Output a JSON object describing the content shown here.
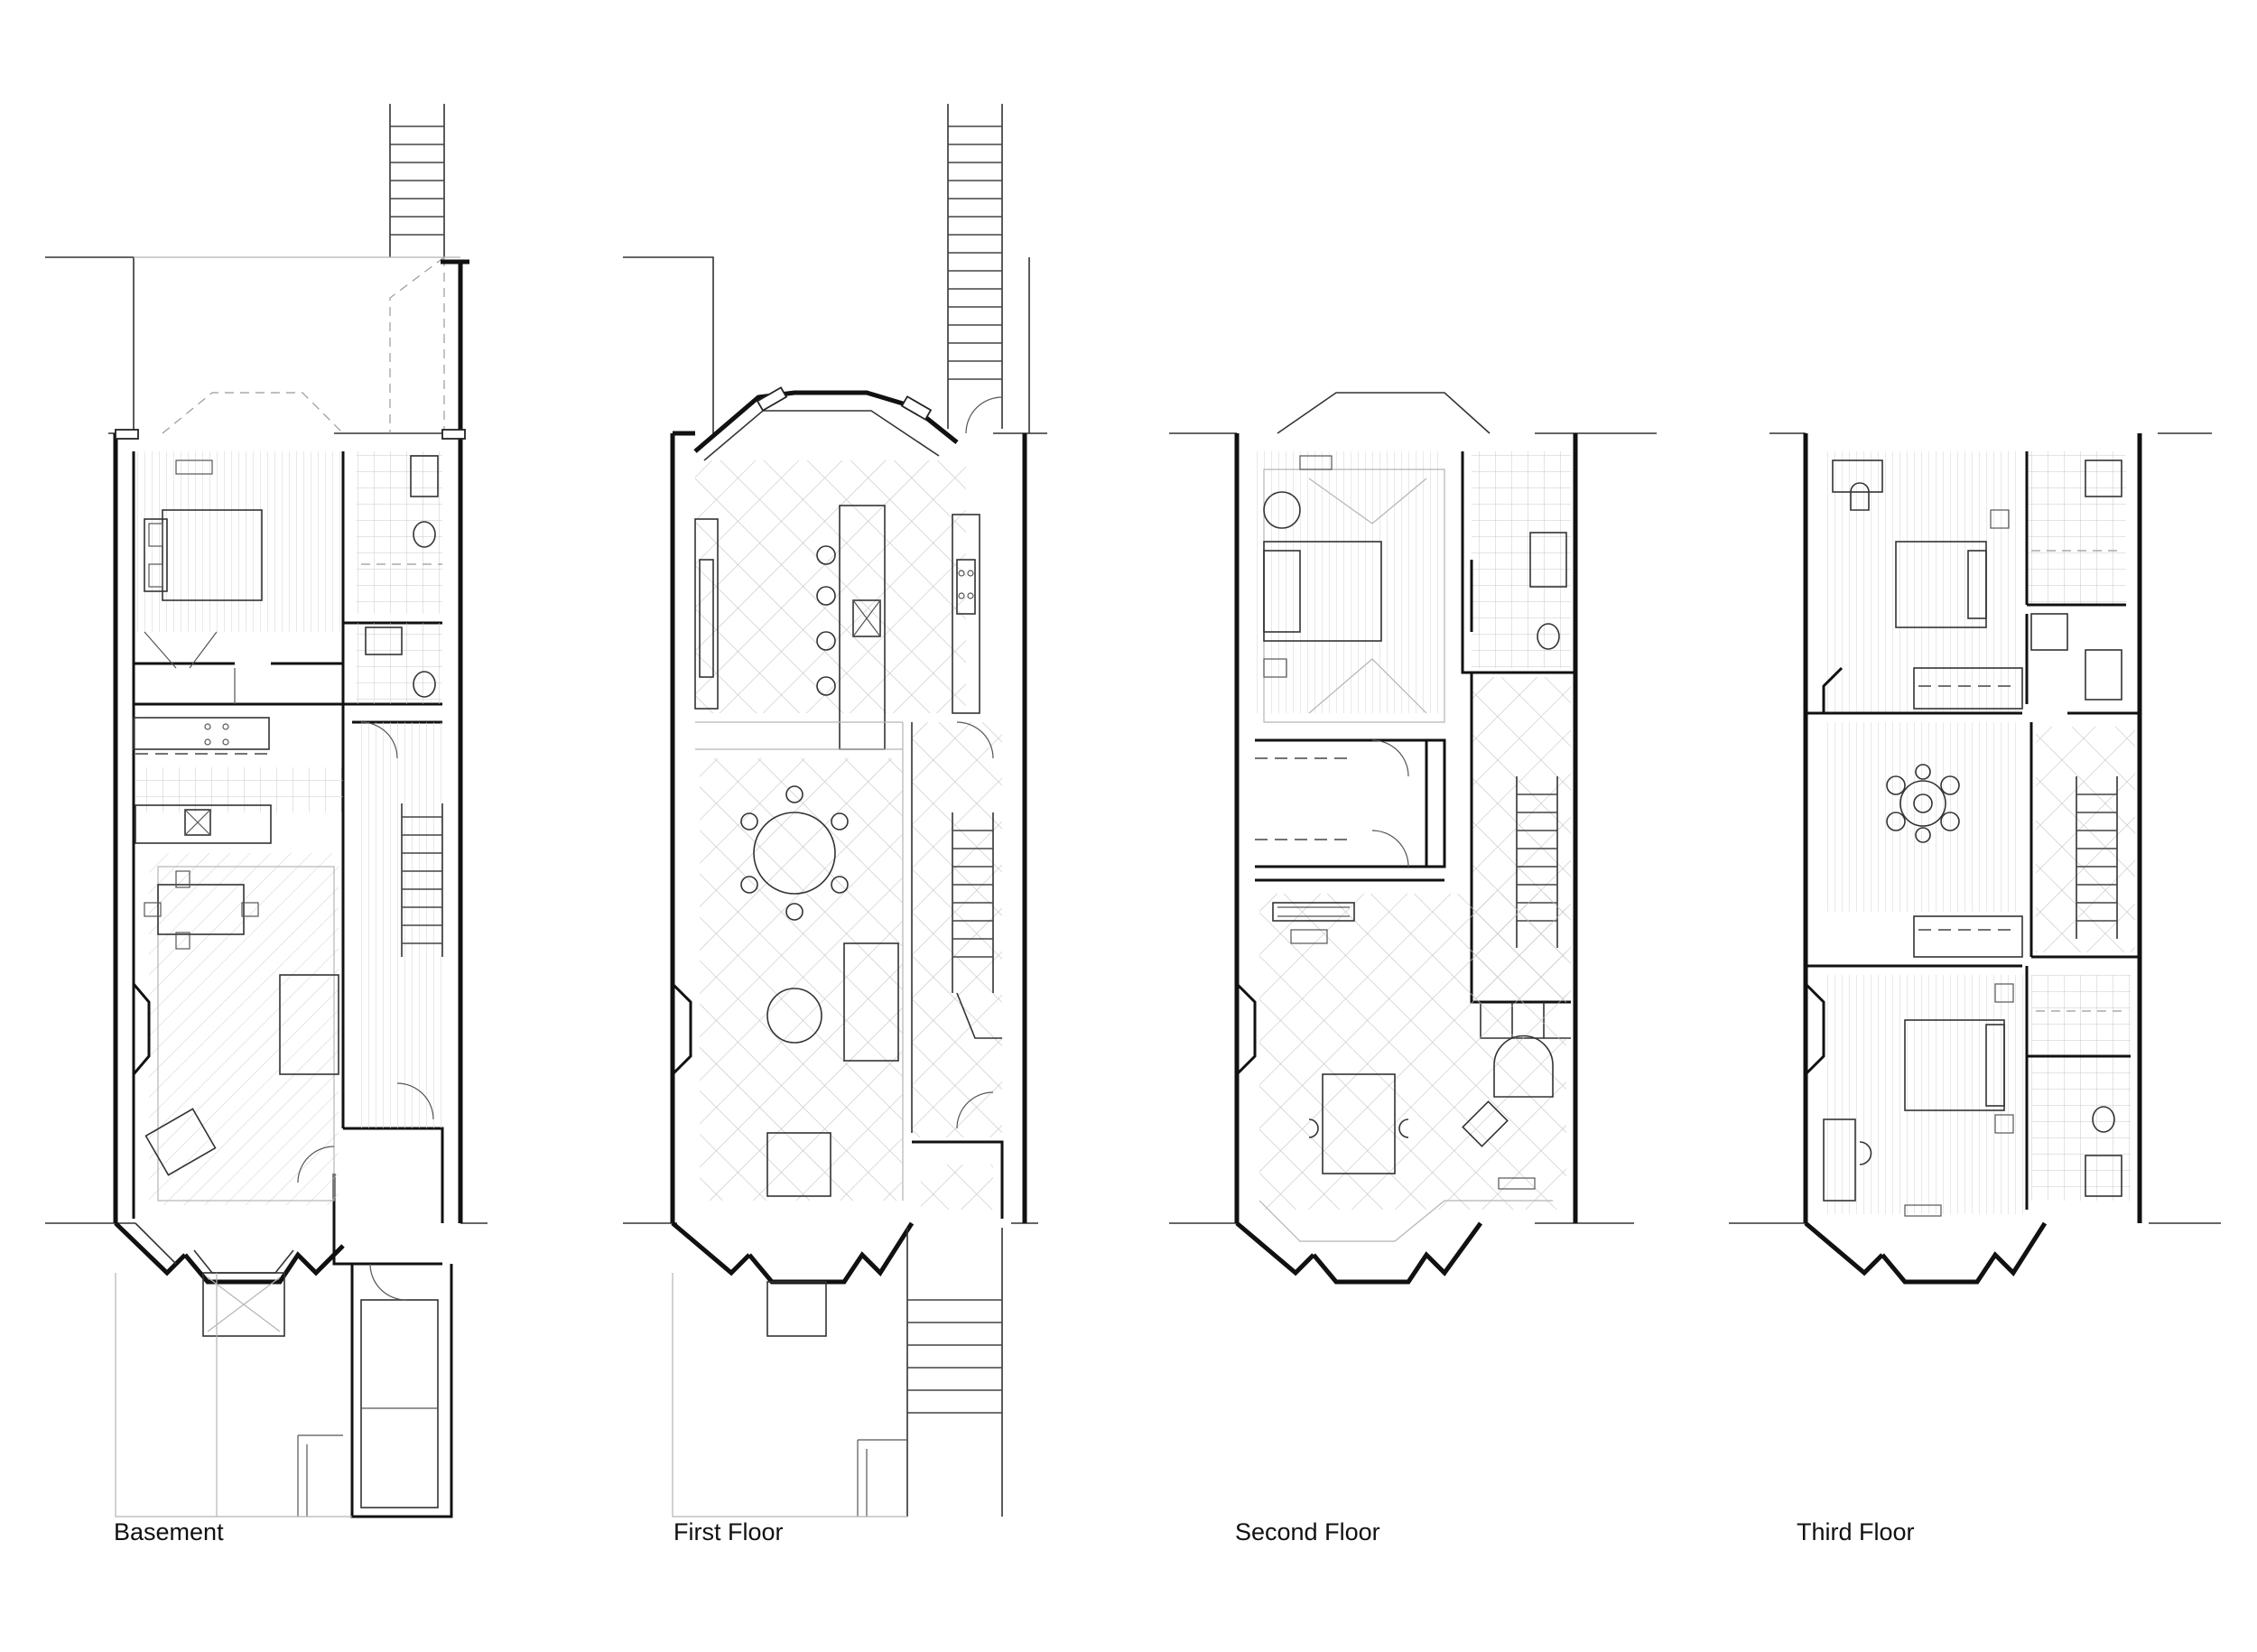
{
  "floors": [
    {
      "key": "basement",
      "label": "Basement"
    },
    {
      "key": "first",
      "label": "First Floor"
    },
    {
      "key": "second",
      "label": "Second Floor"
    },
    {
      "key": "third",
      "label": "Third Floor"
    }
  ]
}
